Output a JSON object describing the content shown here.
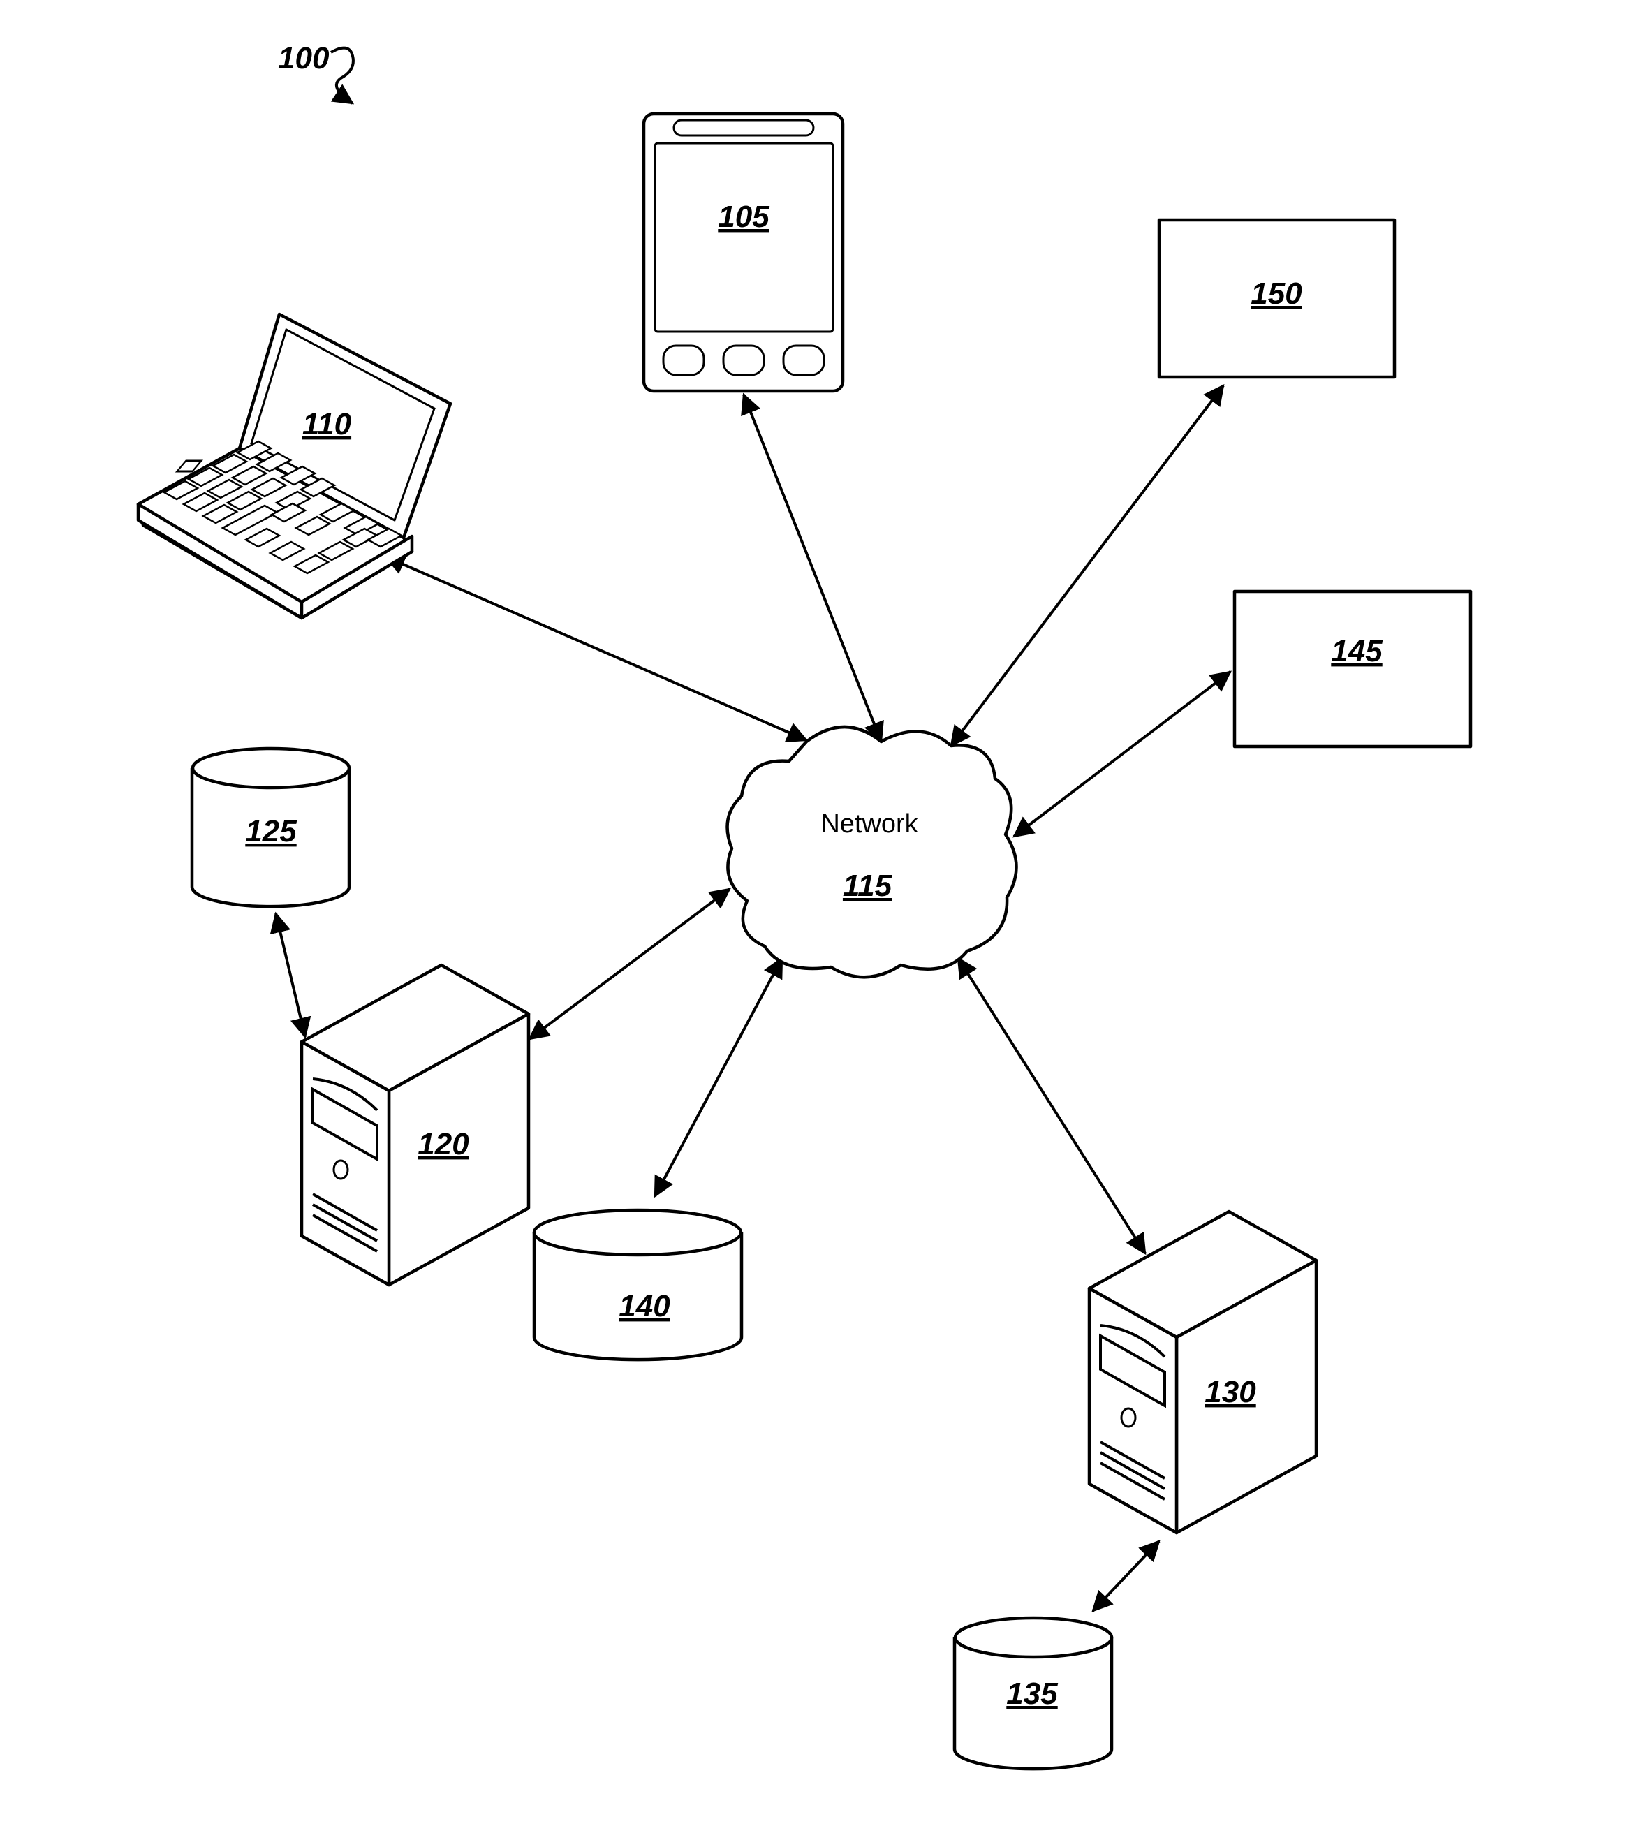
{
  "figure_label": "100",
  "network": {
    "title": "Network",
    "ref": "115"
  },
  "devices": {
    "mobile": "105",
    "laptop": "110",
    "box_150": "150",
    "box_145": "145",
    "database_125": "125",
    "server_120": "120",
    "database_140": "140",
    "server_130": "130",
    "database_135": "135"
  },
  "colors": {
    "stroke": "#000000",
    "background": "#ffffff"
  }
}
